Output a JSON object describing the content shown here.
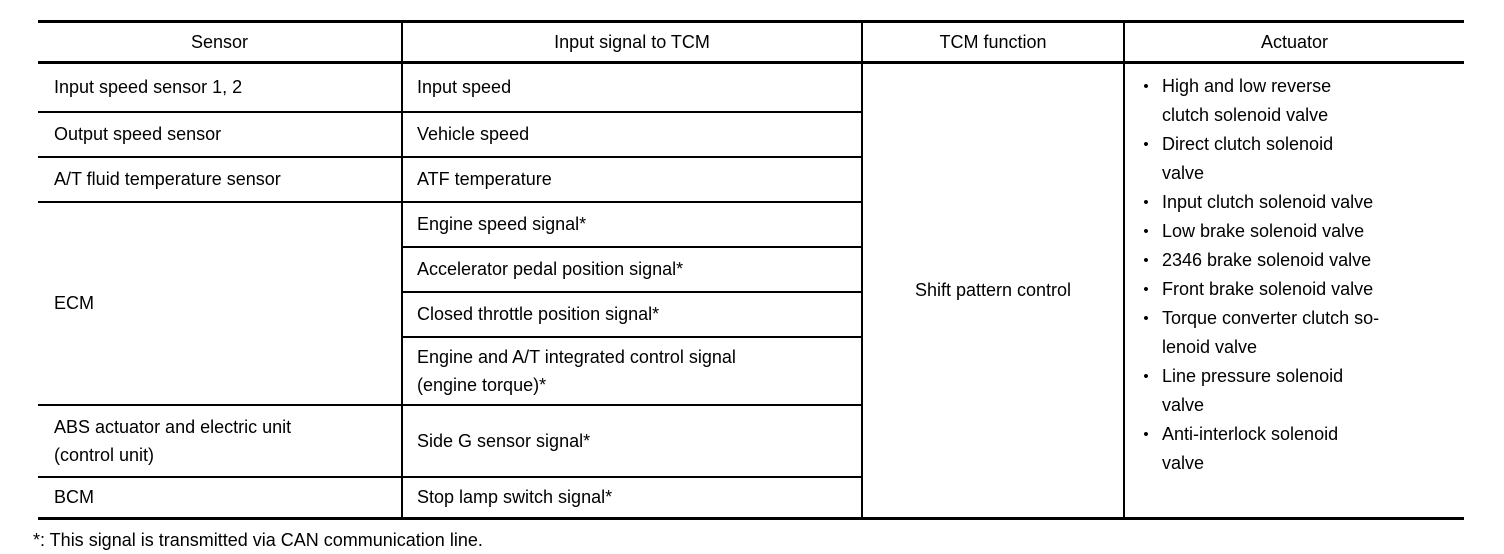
{
  "table": {
    "headers": [
      "Sensor",
      "Input signal to TCM",
      "TCM function",
      "Actuator"
    ],
    "rows": [
      {
        "sensor": "Input speed sensor 1, 2",
        "signal": "Input speed"
      },
      {
        "sensor": "Output speed sensor",
        "signal": "Vehicle speed"
      },
      {
        "sensor": "A/T fluid temperature sensor",
        "signal": "ATF temperature"
      },
      {
        "sensor": "ECM",
        "signal": "Engine speed signal*"
      },
      {
        "signal": "Accelerator pedal position signal*"
      },
      {
        "signal": "Closed throttle position signal*"
      },
      {
        "signal": "Engine and A/T integrated control signal\n(engine torque)*"
      },
      {
        "sensor": "ABS actuator and electric unit\n(control unit)",
        "signal": "Side G sensor signal*"
      },
      {
        "sensor": "BCM",
        "signal": "Stop lamp switch signal*"
      }
    ],
    "tcm_function": "Shift pattern control",
    "actuators": [
      "High and low reverse\nclutch solenoid valve",
      "Direct clutch solenoid\nvalve",
      "Input clutch solenoid valve",
      "Low brake solenoid valve",
      "2346 brake solenoid valve",
      "Front brake solenoid valve",
      "Torque converter clutch so-\nlenoid valve",
      "Line pressure solenoid\nvalve",
      "Anti-interlock solenoid\nvalve"
    ],
    "bullet_glyph": "•"
  },
  "footnote": "*: This signal is transmitted via CAN communication line."
}
